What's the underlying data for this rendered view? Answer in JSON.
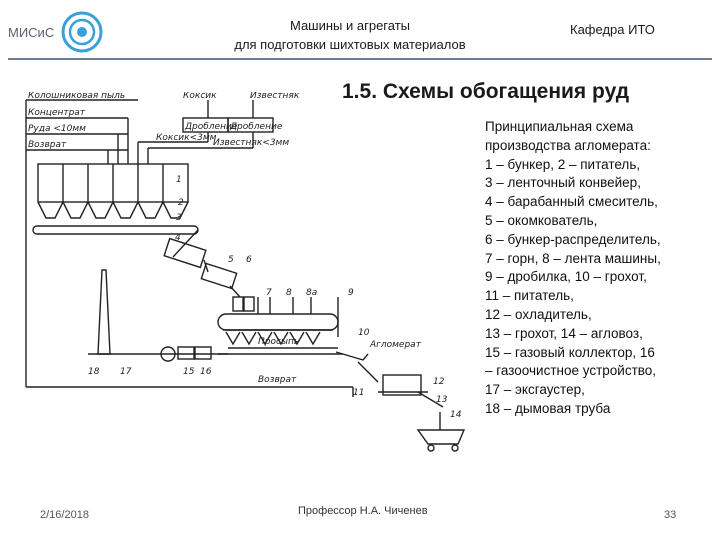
{
  "header": {
    "logo_text": "МИСиС",
    "center_line1": "Машины и агрегаты",
    "center_line2": "для подготовки шихтовых материалов",
    "right": "Кафедра ИТО"
  },
  "title": "1.5. Схемы обогащения руд",
  "caption": [
    "Принципиальная схема",
    "производства агломерата:",
    "1 – бункер, 2 – питатель,",
    "3 – ленточный конвейер,",
    "4 – барабанный смеситель,",
    "5 – окомкователь,",
    "6 – бункер-распределитель,",
    "7 – горн, 8 – лента машины,",
    "9 – дробилка, 10 – грохот,",
    "11 – питатель,",
    "12 – охладитель,",
    "13 – грохот, 14 – агловоз,",
    "15 – газовый коллектор, 16",
    "– газоочистное устройство,",
    "17 – эксгаустер,",
    "18 – дымовая труба"
  ],
  "diagram": {
    "labels": {
      "dust": "Колошниковая пыль",
      "concentrate": "Концентрат",
      "ore": "Руда <10мм",
      "return": "Возврат",
      "coke": "Коксик",
      "coke_size": "Коксик<3мм",
      "limestone": "Известняк",
      "limestone_size": "Известняк<3мм",
      "crushing1": "Дробление",
      "crushing2": "Дробление",
      "agglomerate": "Агломерат",
      "screenings": "Просыпь",
      "return2": "Возврат"
    },
    "numbers": {
      "n1": "1",
      "n2": "2",
      "n3": "3",
      "n4": "4",
      "n5": "5",
      "n6": "6",
      "n7": "7",
      "n8": "8",
      "n8a": "8а",
      "n9": "9",
      "n10": "10",
      "n11": "11",
      "n12": "12",
      "n13": "13",
      "n14": "14",
      "n15": "15",
      "n16": "16",
      "n17": "17",
      "n18": "18"
    }
  },
  "footer": {
    "date": "2/16/2018",
    "author": "Профессор Н.А. Чиченев",
    "page": "33"
  }
}
